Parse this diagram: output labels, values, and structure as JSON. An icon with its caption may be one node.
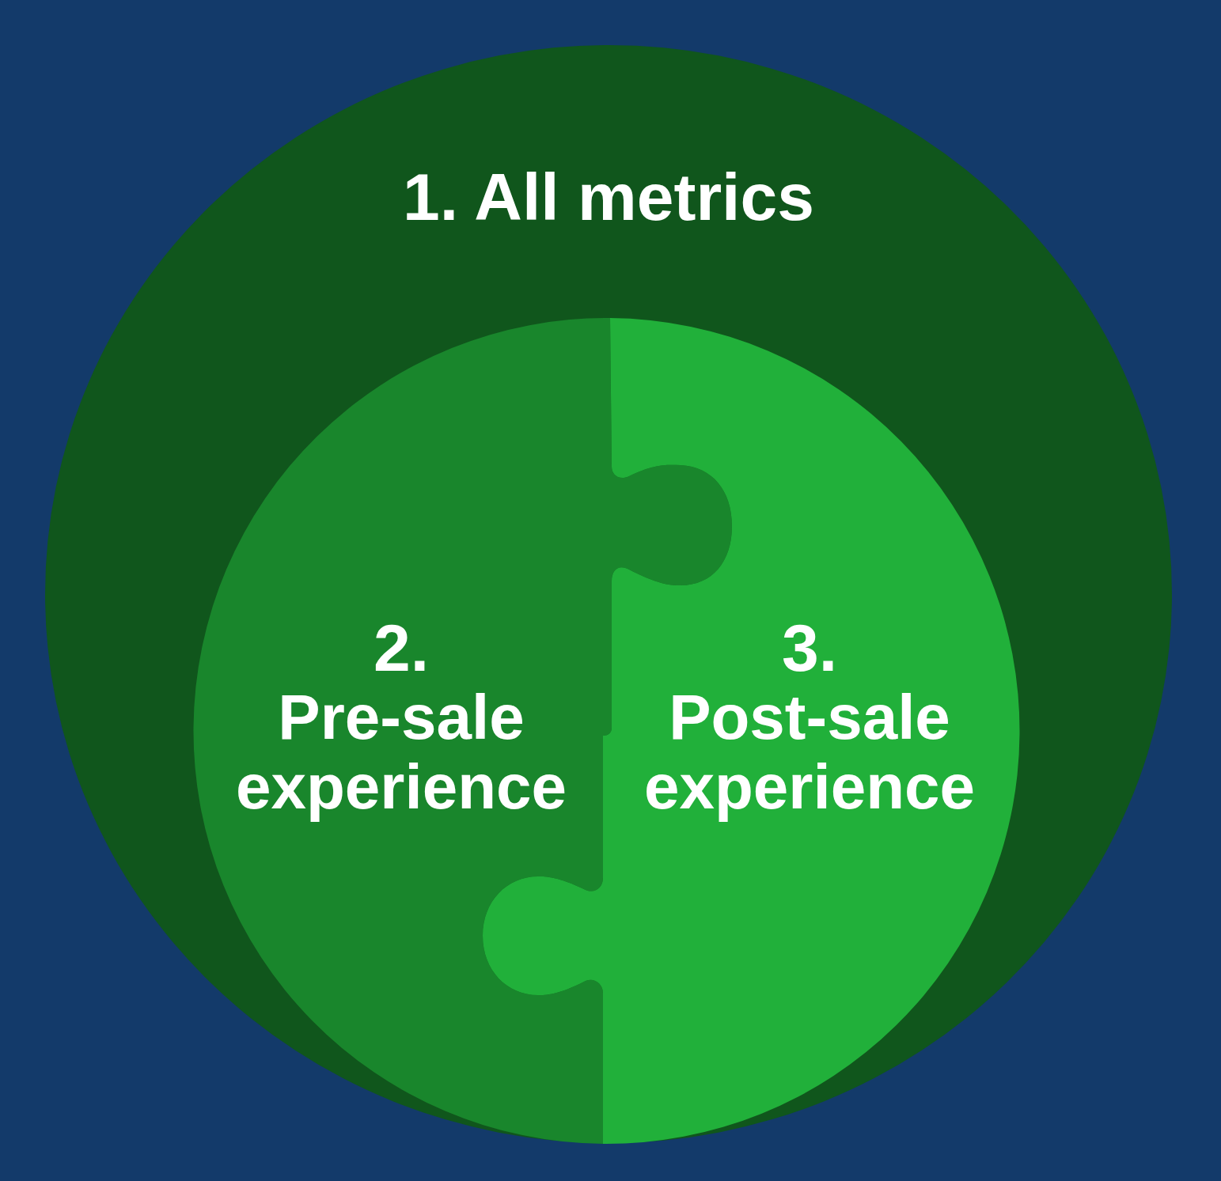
{
  "diagram": {
    "nodes": [
      {
        "text": [
          "1. All metrics"
        ]
      },
      {
        "text": [
          "2.",
          "Pre-sale experience"
        ],
        "in": 0
      },
      {
        "text": [
          "3.",
          "Post-sale experience"
        ],
        "in": 0
      }
    ]
  }
}
